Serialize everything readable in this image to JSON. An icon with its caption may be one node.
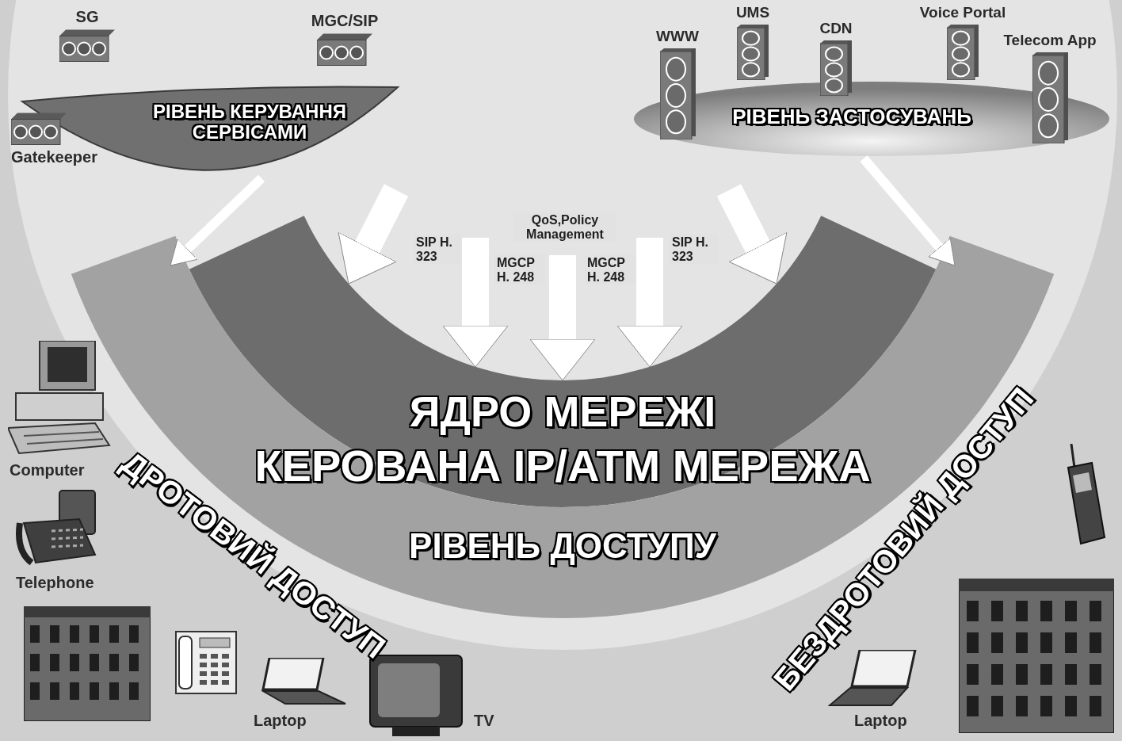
{
  "diagram": {
    "nodes": [
      {
        "text": [
          "РІВЕНЬ КЕРУВАННЯ СЕРВІСАМИ"
        ]
      },
      {
        "text": [
          "SG"
        ]
      },
      {
        "text": [
          "MGC/SIP"
        ]
      },
      {
        "text": [
          "Gatekeeper"
        ]
      },
      {
        "text": [
          "РІВЕНЬ ЗАСТОСУВАНЬ"
        ]
      },
      {
        "text": [
          "WWW"
        ]
      },
      {
        "text": [
          "UMS"
        ]
      },
      {
        "text": [
          "CDN"
        ]
      },
      {
        "text": [
          "Voice Portal"
        ]
      },
      {
        "text": [
          "Telecom App"
        ]
      },
      {
        "text": [
          "ЯДРО МЕРЕЖІ",
          "КЕРОВАНА IP/ATM МЕРЕЖА"
        ]
      },
      {
        "text": [
          "РІВЕНЬ ДОСТУПУ"
        ]
      }
    ],
    "edges": [
      {
        "from": 0,
        "to": 11,
        "arrow": "to"
      },
      {
        "from": 4,
        "to": 11,
        "arrow": "to"
      },
      {
        "from": null,
        "to": 10,
        "arrow": "to",
        "label": "SIP H. 323"
      },
      {
        "from": null,
        "to": 10,
        "arrow": "to",
        "label": "MGCP H. 248"
      },
      {
        "from": null,
        "to": 10,
        "arrow": "to",
        "label": "QoS,Policy Management"
      },
      {
        "from": null,
        "to": 10,
        "arrow": "to",
        "label": "MGCP H. 248"
      },
      {
        "from": null,
        "to": 10,
        "arrow": "to",
        "label": "SIP H. 323"
      }
    ],
    "labels": [
      "Computer",
      "Telephone",
      "ДРОТОВИЙ ДОСТУП",
      "БЕЗДРОТОВИЙ ДОСТУП",
      "Laptop",
      "TV",
      "Laptop"
    ]
  }
}
